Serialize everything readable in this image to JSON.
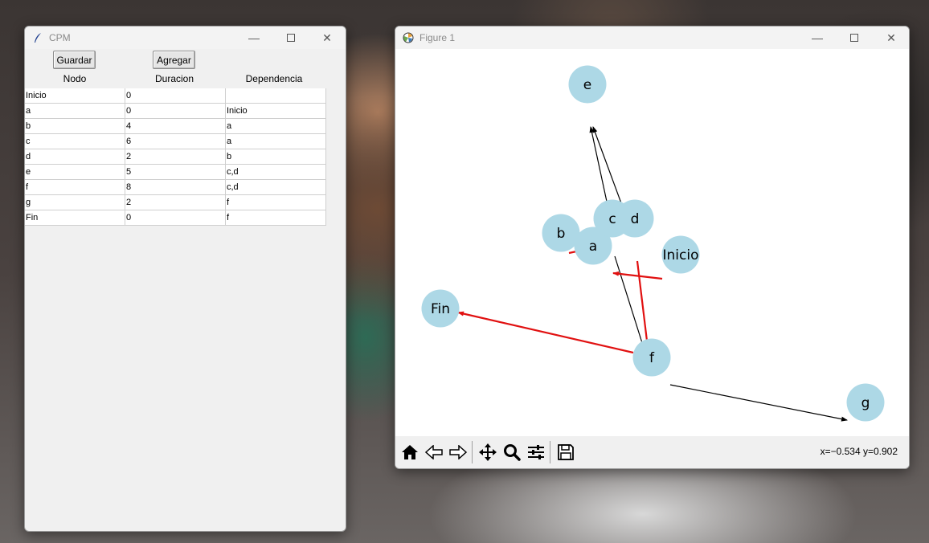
{
  "cpm_window": {
    "title": "CPM",
    "buttons": {
      "save": "Guardar",
      "add": "Agregar"
    },
    "columns": [
      "Nodo",
      "Duracion",
      "Dependencia"
    ],
    "rows": [
      [
        "Inicio",
        "0",
        ""
      ],
      [
        "a",
        "0",
        "Inicio"
      ],
      [
        "b",
        "4",
        "a"
      ],
      [
        "c",
        "6",
        "a"
      ],
      [
        "d",
        "2",
        "b"
      ],
      [
        "e",
        "5",
        "c,d"
      ],
      [
        "f",
        "8",
        "c,d"
      ],
      [
        "g",
        "2",
        "f"
      ],
      [
        "Fin",
        "0",
        "f"
      ]
    ]
  },
  "figure_window": {
    "title": "Figure 1",
    "coords": "x=−0.534 y=0.902",
    "node_color": "#add8e6",
    "critical_edge_color": "#e11111",
    "normal_edge_color": "#000000",
    "nodes": [
      "e",
      "b",
      "c",
      "d",
      "a",
      "Inicio",
      "Fin",
      "f",
      "g"
    ],
    "toolbar_icons": [
      "home-icon",
      "back-icon",
      "forward-icon",
      "pan-icon",
      "zoom-icon",
      "configure-icon",
      "save-icon"
    ]
  }
}
